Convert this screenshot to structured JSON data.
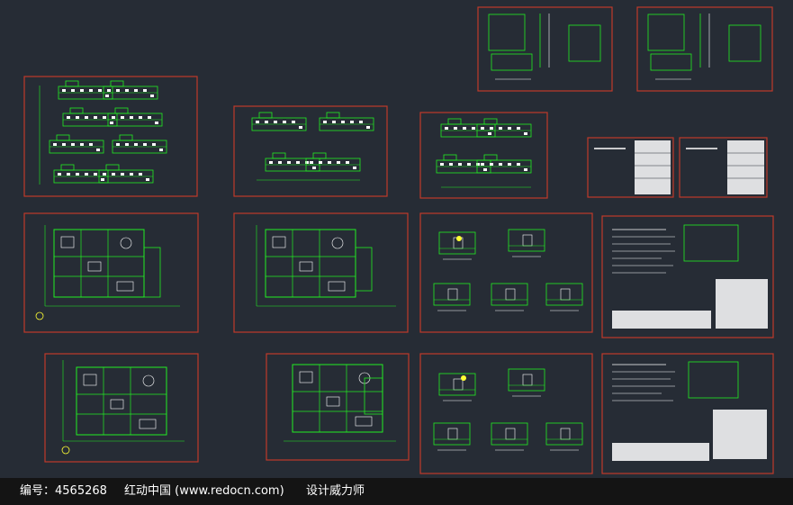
{
  "footer": {
    "id_text": "编号：4565268",
    "site_text": "红动中国 (www.redocn.com)",
    "tagline": "设计威力师"
  },
  "colors": {
    "background": "#262c35",
    "sheet_border": "#c0392b",
    "linework": "#22ee22",
    "highlight": "#ffff33",
    "hatch": "#ffffff",
    "footer_bg": "#141414",
    "footer_text": "#ffffff"
  },
  "drawing_sheets": [
    {
      "id": "sheet-elevations-a",
      "type": "elevation"
    },
    {
      "id": "sheet-elevations-b",
      "type": "elevation"
    },
    {
      "id": "sheet-elevations-c",
      "type": "elevation"
    },
    {
      "id": "sheet-details-top-1",
      "type": "detail"
    },
    {
      "id": "sheet-details-top-2",
      "type": "detail"
    },
    {
      "id": "sheet-schedule-1",
      "type": "schedule"
    },
    {
      "id": "sheet-schedule-2",
      "type": "schedule"
    },
    {
      "id": "sheet-floorplan-1",
      "type": "plan"
    },
    {
      "id": "sheet-floorplan-2",
      "type": "plan"
    },
    {
      "id": "sheet-sections-1",
      "type": "section"
    },
    {
      "id": "sheet-notes-1",
      "type": "notes"
    },
    {
      "id": "sheet-floorplan-3",
      "type": "plan"
    },
    {
      "id": "sheet-floorplan-4",
      "type": "plan"
    },
    {
      "id": "sheet-sections-2",
      "type": "section"
    },
    {
      "id": "sheet-notes-2",
      "type": "notes"
    }
  ]
}
